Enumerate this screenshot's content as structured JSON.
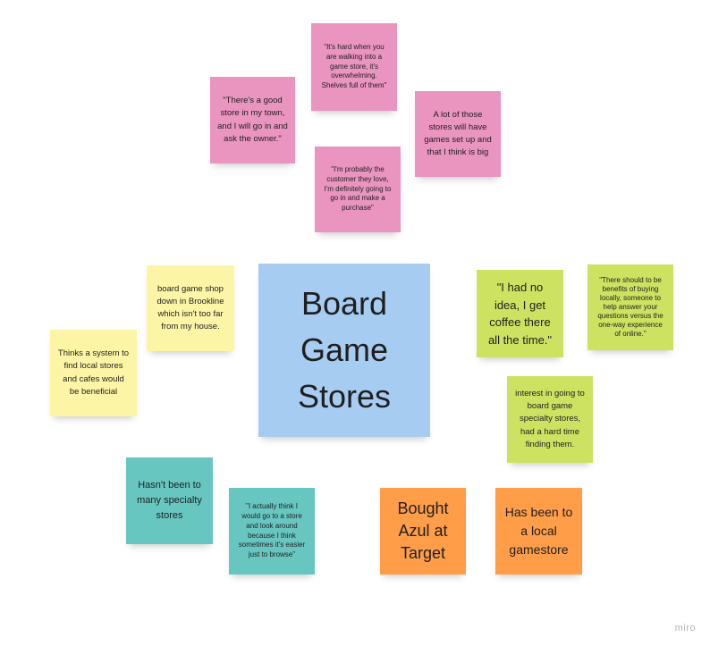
{
  "board": {
    "title_note": "Board Game Stores",
    "watermark": "miro",
    "colors": {
      "pink": "#ea94c0",
      "blue": "#a7ccf2",
      "yellow": "#fdf5a6",
      "lime": "#cde260",
      "teal": "#67c6c0",
      "orange": "#ff9d48"
    },
    "notes": {
      "n1": "\"It's hard when you are walking into a game store, it's overwhelming. Shelves full of them\"",
      "n2": "\"There's a good store in my town, and I will go in and ask the owner.\"",
      "n3": "A lot of those stores will have games set up and that I think is big",
      "n4": "\"I'm probably the customer they love, I'm definitely going to go in and make a purchase\"",
      "n5": "board game shop down in Brookline which isn't too far from my house.",
      "n6": "Thinks a system to find local stores and cafes would be beneficial",
      "n7": "\"I had no idea, I get coffee there all the time.\"",
      "n8": "\"There should to be benefits of buying locally, someone to help answer your questions versus the one-way experience of online.\"",
      "n9": "interest in going to board game specialty stores, had a hard time finding them.",
      "n10": "Hasn't been to many specialty stores",
      "n11": "\"I actually think I would go to a store and look around because I think sometimes it's easier just to browse\"",
      "n12": "Bought Azul at Target",
      "n13": "Has been to a local gamestore"
    }
  }
}
